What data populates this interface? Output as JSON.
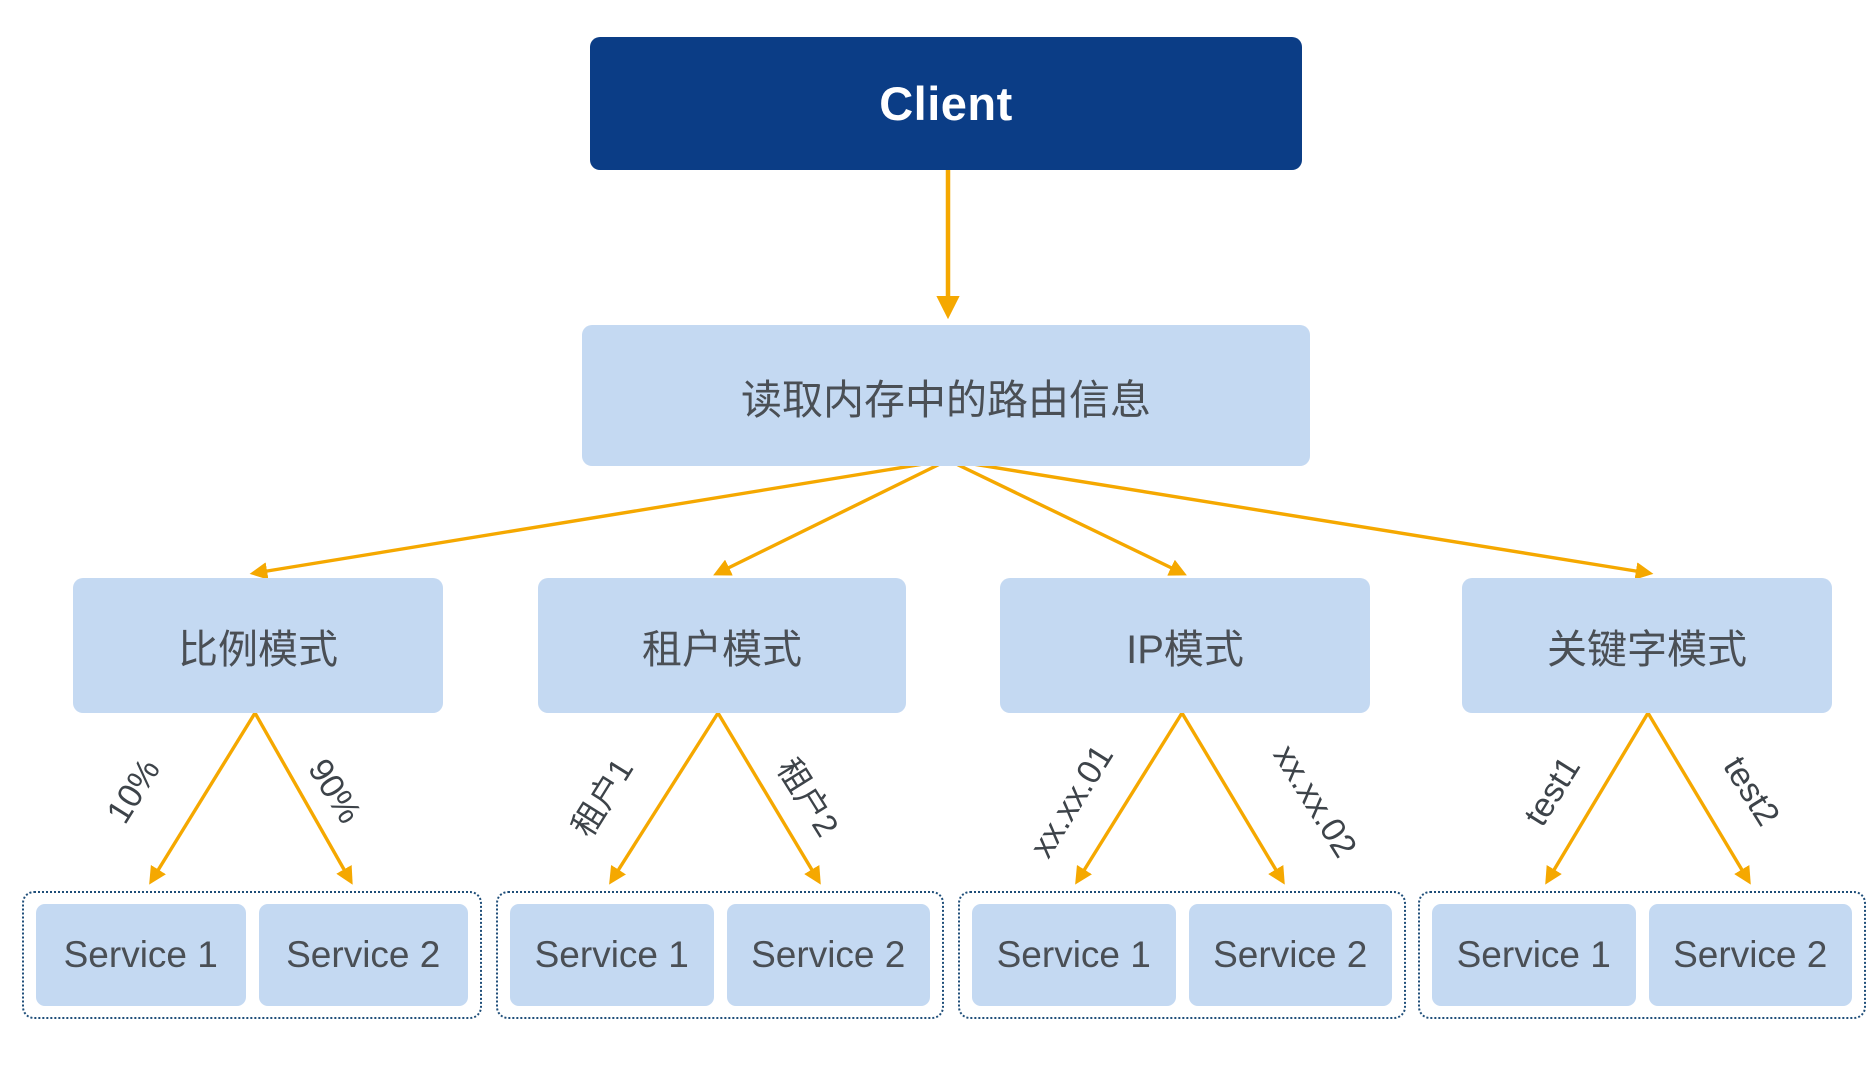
{
  "diagram": {
    "title_node": {
      "label": "Client"
    },
    "routing_node": {
      "label": "读取内存中的路由信息"
    },
    "colors": {
      "client_fill": "#0b3d86",
      "client_text": "#ffffff",
      "box_fill": "#c4d9f2",
      "box_text": "#4a4f55",
      "arrow": "#f5a800",
      "group_border": "#1f4e79",
      "background": "#ffffff"
    },
    "modes": [
      {
        "label": "比例模式",
        "left_edge_label": "10%",
        "right_edge_label": "90%",
        "services": [
          "Service 1",
          "Service 2"
        ]
      },
      {
        "label": "租户模式",
        "left_edge_label": "租户1",
        "right_edge_label": "租户2",
        "services": [
          "Service 1",
          "Service 2"
        ]
      },
      {
        "label": "IP模式",
        "left_edge_label": "xx.xx.01",
        "right_edge_label": "xx.xx.02",
        "services": [
          "Service 1",
          "Service 2"
        ]
      },
      {
        "label": "关键字模式",
        "left_edge_label": "test1",
        "right_edge_label": "test2",
        "services": [
          "Service 1",
          "Service 2"
        ]
      }
    ]
  }
}
